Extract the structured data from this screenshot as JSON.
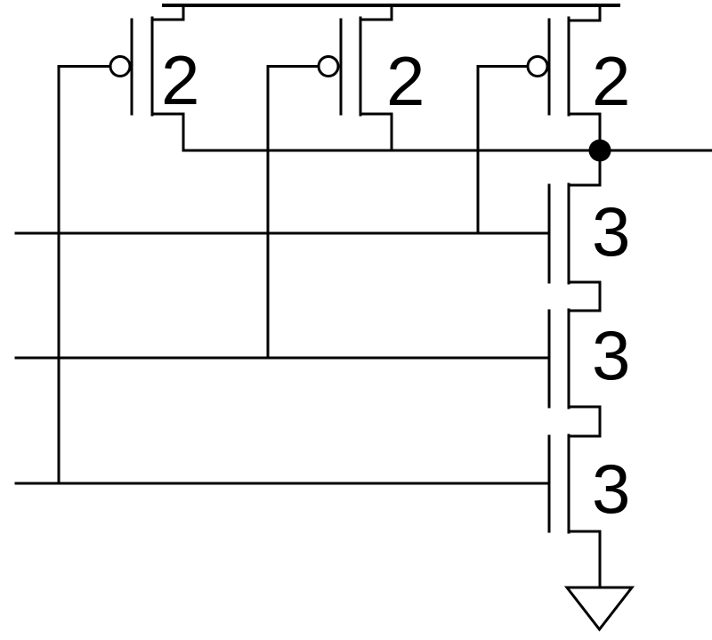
{
  "diagram": {
    "kind": "CMOS transistor-level logic gate schematic (3-input NAND)",
    "background_color": "#ffffff",
    "line_color": "#000000",
    "pmos": [
      {
        "label": "2"
      },
      {
        "label": "2"
      },
      {
        "label": "2"
      }
    ],
    "nmos": [
      {
        "label": "3"
      },
      {
        "label": "3"
      },
      {
        "label": "3"
      }
    ]
  }
}
